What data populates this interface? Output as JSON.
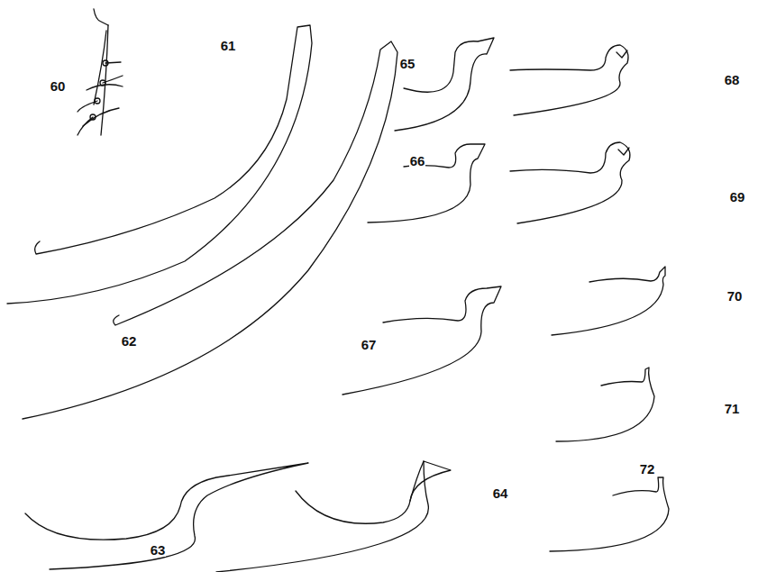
{
  "diagram": {
    "labels": [
      "61",
      "60",
      "65",
      "68",
      "66",
      "62",
      "67",
      "69",
      "70",
      "71",
      "64",
      "63",
      "72"
    ]
  }
}
